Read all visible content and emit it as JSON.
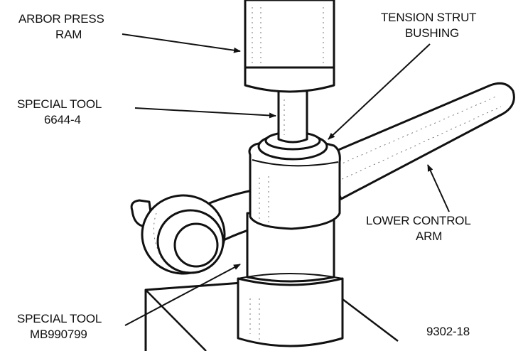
{
  "labels": {
    "arbor_press_ram": [
      "ARBOR PRESS",
      "RAM"
    ],
    "tension_strut_bushing": [
      "TENSION STRUT",
      "BUSHING"
    ],
    "special_tool_upper": [
      "SPECIAL TOOL",
      "6644-4"
    ],
    "lower_control_arm": [
      "LOWER CONTROL",
      "ARM"
    ],
    "special_tool_lower": [
      "SPECIAL TOOL",
      "MB990799"
    ]
  },
  "figure_number": "9302-18"
}
